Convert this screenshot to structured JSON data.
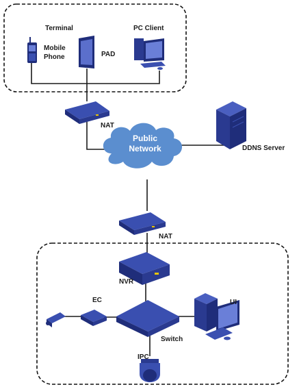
{
  "labels": {
    "terminal": "Terminal",
    "pc_client": "PC Client",
    "mobile_phone_line1": "Mobile",
    "mobile_phone_line2": "Phone",
    "pad": "PAD",
    "nat_top": "NAT",
    "public_network_line1": "Public",
    "public_network_line2": "Network",
    "ddns_server": "DDNS Server",
    "nat_bottom": "NAT",
    "nvr": "NVR",
    "ec": "EC",
    "ui": "UI",
    "switch": "Switch",
    "ipc": "IPC"
  },
  "colors": {
    "device_dark": "#1f2d7a",
    "device_mid": "#3a4fb0",
    "device_light": "#6a7fd8",
    "cloud": "#5b8ecf",
    "wire": "#1a1a1a"
  },
  "icons": [
    "mobile-phone-icon",
    "pad-icon",
    "pc-client-icon",
    "nat-router-icon",
    "cloud-icon",
    "ddns-server-icon",
    "nvr-icon",
    "ec-icon",
    "camera-icon",
    "switch-icon",
    "ui-workstation-icon",
    "ipc-dome-icon"
  ]
}
